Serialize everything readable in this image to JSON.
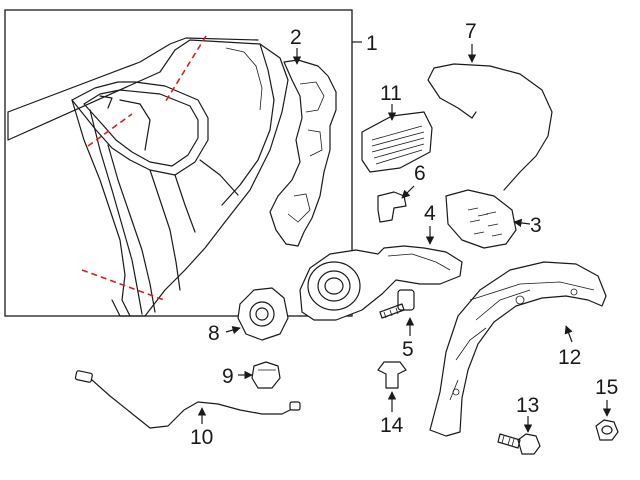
{
  "colors": {
    "line": "#1a1a1a",
    "cut_line": "#d42020",
    "background": "#ffffff"
  },
  "icons": [
    "arrow-head"
  ],
  "callouts": [
    "1",
    "2",
    "3",
    "4",
    "5",
    "6",
    "7",
    "8",
    "9",
    "10",
    "11",
    "12",
    "13",
    "14",
    "15"
  ]
}
